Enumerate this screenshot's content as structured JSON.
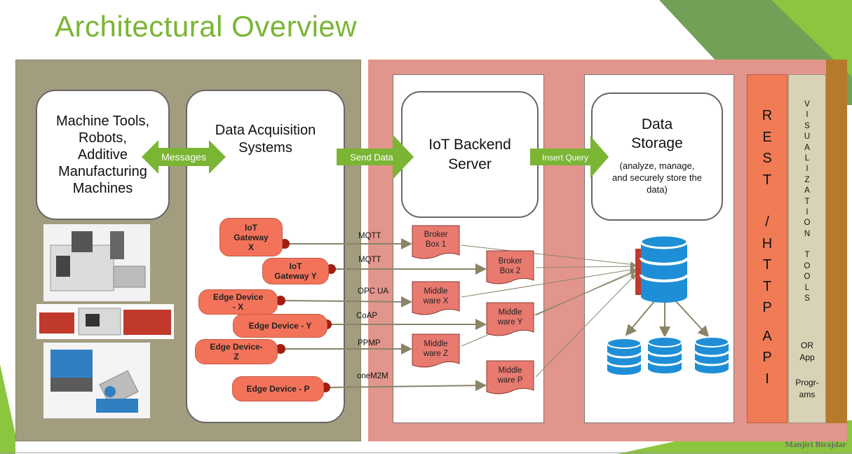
{
  "title": "Architectural Overview",
  "boxes": {
    "machines": "Machine Tools,\nRobots,\nAdditive\nManufacturing\nMachines",
    "daq": "Data Acquisition\nSystems",
    "backend": "IoT Backend\nServer",
    "storage_title": "Data\nStorage",
    "storage_sub": "(analyze, manage,\nand securely store the\ndata)"
  },
  "arrows": {
    "messages": "Messages",
    "send_data": "Send Data",
    "insert_query": "Insert Query"
  },
  "devices": [
    "IoT\nGateway\nX",
    "IoT\nGateway Y",
    "Edge Device\n- X",
    "Edge Device - Y",
    "Edge Device-\nZ",
    "Edge Device - P"
  ],
  "protocols": [
    "MQTT",
    "MQTT",
    "OPC UA",
    "CoAP",
    "PPMP",
    "oneM2M"
  ],
  "brokers": [
    "Broker\nBox 1",
    "Broker\nBox 2",
    "Middle\nware X",
    "Middle\nware Y",
    "Middle\nware Z",
    "Middle\nware P"
  ],
  "api_letters": [
    "R",
    "E",
    "S",
    "T",
    "",
    "/",
    "",
    "H",
    "T",
    "T",
    "P",
    "",
    "A",
    "P",
    "I"
  ],
  "viz_letters": [
    "V",
    "I",
    "S",
    "U",
    "A",
    "L",
    "I",
    "Z",
    "A",
    "T",
    "I",
    "O",
    "N",
    "",
    "T",
    "O",
    "O",
    "L",
    "S"
  ],
  "viz_or": "OR",
  "viz_app": "App",
  "viz_programs": "Progr-\nams",
  "footer": "Manjiri Birajdar",
  "colors": {
    "title": "#7ab534",
    "arrow_green": "#7ab534",
    "device_pill": "#f3735a",
    "db_blue": "#1e8fd6",
    "api_bar": "#f07b55",
    "viz_bar": "#d8d3b6"
  }
}
